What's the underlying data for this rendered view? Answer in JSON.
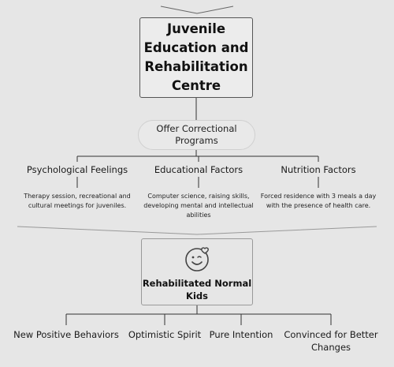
{
  "main": {
    "title": "Juvenile Education and Rehabilitation Centre"
  },
  "program": {
    "label": "Offer Correctional Programs"
  },
  "factors": [
    {
      "title": "Psychological Feelings",
      "description": "Therapy session, recreational and cultural meetings for juveniles."
    },
    {
      "title": "Educational Factors",
      "description": "Computer science, raising skills, developing mental and intellectual abilities"
    },
    {
      "title": "Nutrition Factors",
      "description": "Forced residence with 3 meals a day with the presence of health care."
    }
  ],
  "result": {
    "label": "Rehabilitated Normal Kids",
    "icon": "smiley-heart-icon"
  },
  "outcomes": [
    "New Positive Behaviors",
    "Optimistic Spirit",
    "Pure Intention",
    "Convinced for Better Changes"
  ],
  "colors": {
    "background": "#e6e6e6",
    "connector": "#333333",
    "divider": "#999999"
  }
}
